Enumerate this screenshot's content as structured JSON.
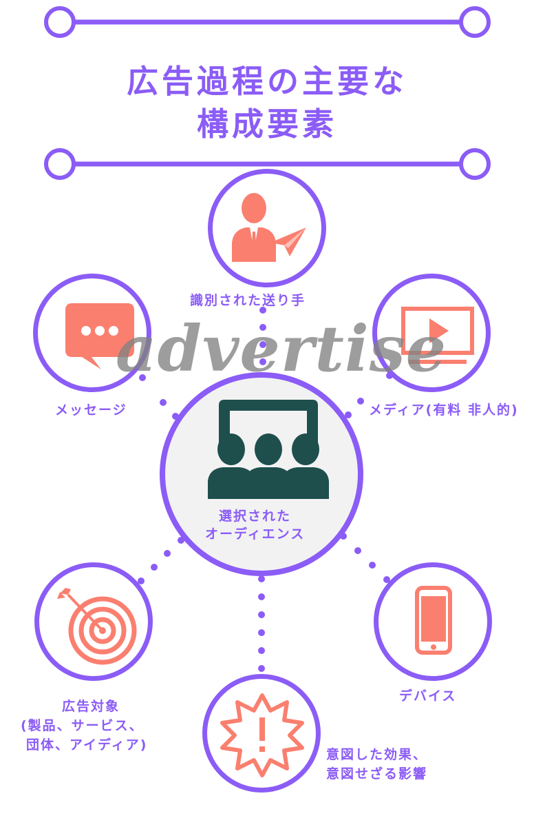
{
  "title": {
    "line1": "広告過程の主要な",
    "line2": "構成要素"
  },
  "watermark": "advertise",
  "nodes": {
    "sender": "識別された送り手",
    "message": "メッセージ",
    "media": "メディア(有料 非人的)",
    "audience_line1": "選択された",
    "audience_line2": "オーディエンス",
    "target_line1": "広告対象",
    "target_line2": "(製品、サービス、",
    "target_line3": "団体、アイディア)",
    "device": "デバイス",
    "effect_line1": "意図した効果、",
    "effect_line2": "意図せざる影響"
  },
  "colors": {
    "accent": "#8b5cf6",
    "icon": "#fa7f6f",
    "audience_icon": "#1e4f4c",
    "center_fill": "#f2f2f3"
  },
  "icons": [
    "businessman-icon",
    "chat-bubble-icon",
    "video-screen-icon",
    "audience-presentation-icon",
    "target-icon",
    "smartphone-icon",
    "alert-burst-icon"
  ]
}
